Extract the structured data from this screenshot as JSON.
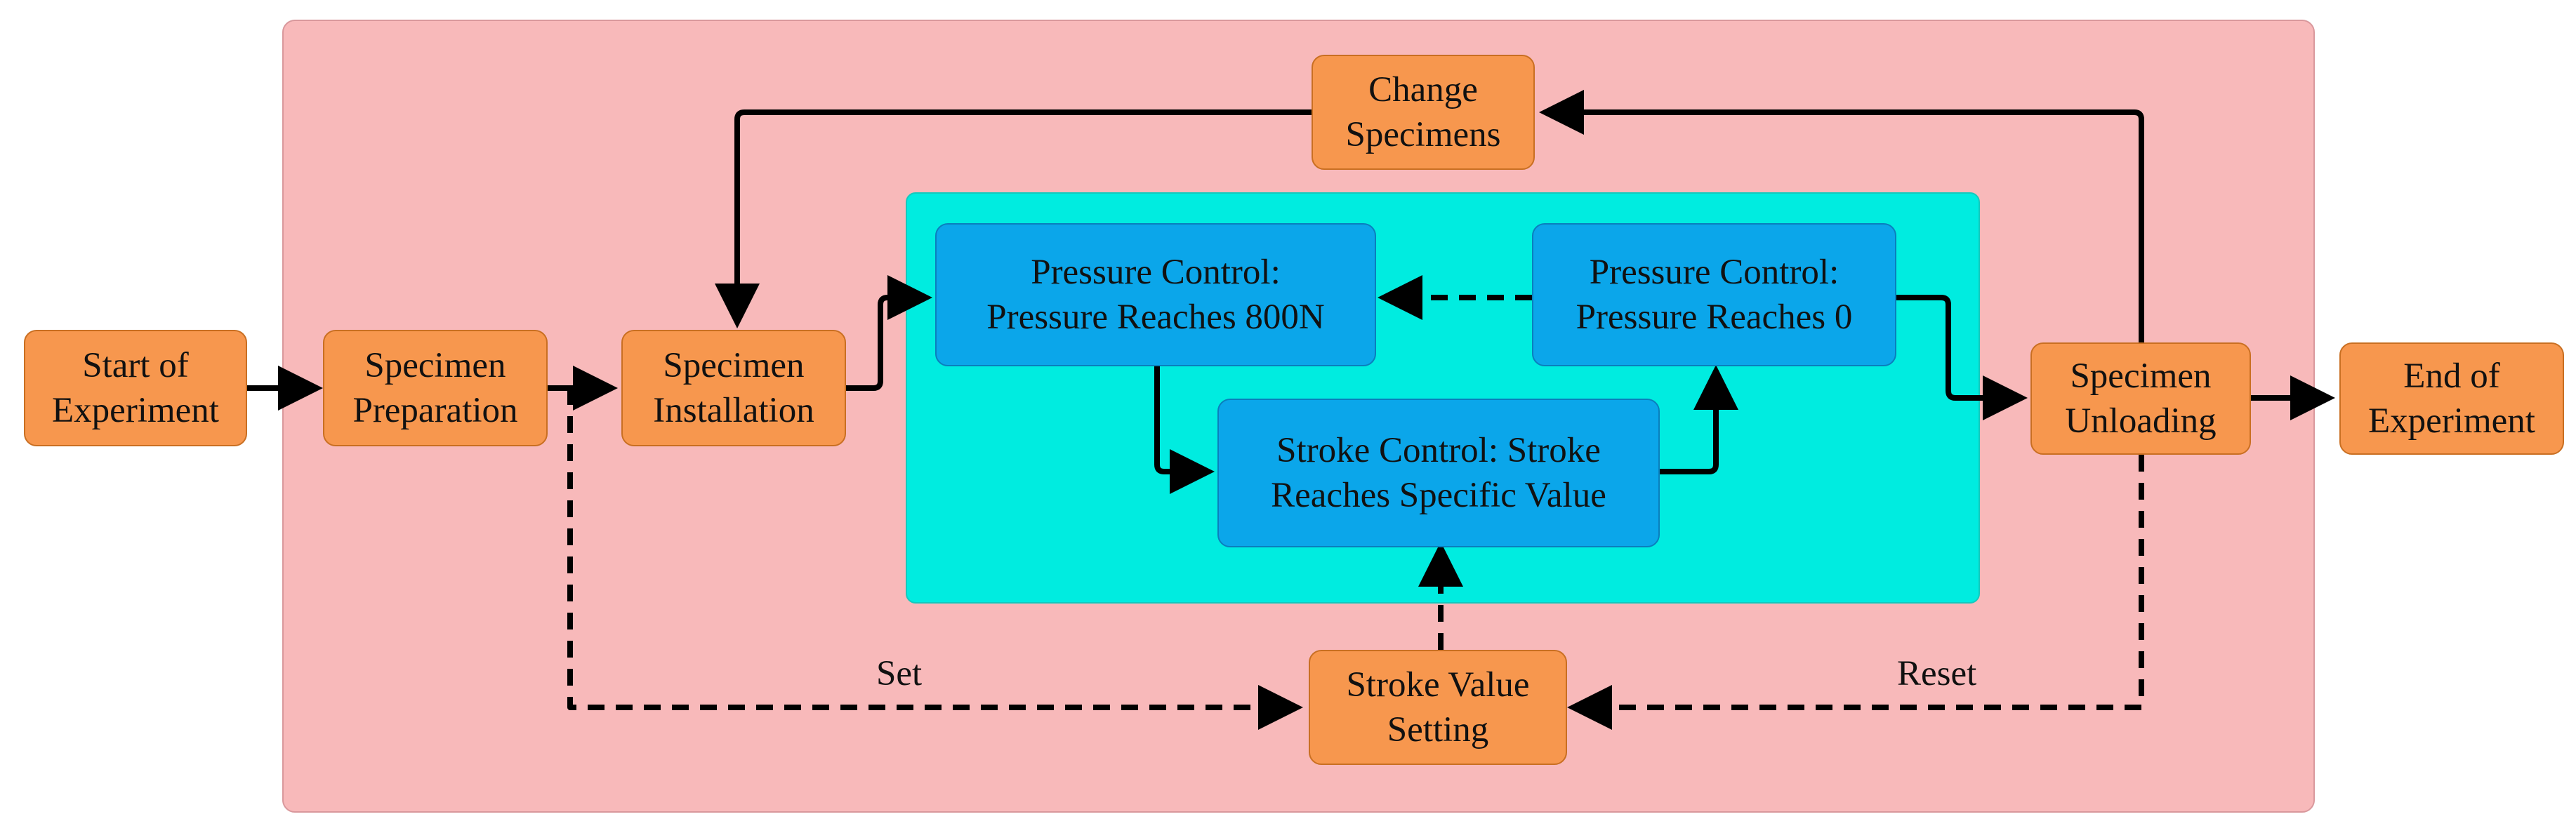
{
  "colors": {
    "outer_region": "#f8b9ba",
    "inner_region": "#00ece0",
    "process_node": "#f7974e",
    "control_node": "#0ba6ea",
    "arrow": "#000000"
  },
  "nodes": {
    "start": "Start of\nExperiment",
    "preparation": "Specimen\nPreparation",
    "installation": "Specimen\nInstallation",
    "change": "Change\nSpecimens",
    "pressure_800": "Pressure Control:\nPressure Reaches 800N",
    "pressure_0": "Pressure Control:\nPressure Reaches  0",
    "stroke_control": "Stroke Control: Stroke\nReaches Specific Value",
    "unloading": "Specimen\nUnloading",
    "end": "End of\nExperiment",
    "stroke_setting": "Stroke Value\nSetting"
  },
  "edge_labels": {
    "set": "Set",
    "reset": "Reset"
  },
  "edges": [
    {
      "from": "start",
      "to": "preparation",
      "style": "solid"
    },
    {
      "from": "preparation",
      "to": "installation",
      "style": "solid"
    },
    {
      "from": "installation",
      "to": "pressure_800",
      "style": "solid"
    },
    {
      "from": "pressure_800",
      "to": "stroke_control",
      "style": "solid"
    },
    {
      "from": "stroke_control",
      "to": "pressure_0",
      "style": "solid"
    },
    {
      "from": "pressure_0",
      "to": "pressure_800",
      "style": "dashed"
    },
    {
      "from": "pressure_0",
      "to": "unloading",
      "style": "solid"
    },
    {
      "from": "unloading",
      "to": "end",
      "style": "solid"
    },
    {
      "from": "unloading",
      "to": "change",
      "style": "solid"
    },
    {
      "from": "change",
      "to": "installation",
      "style": "solid"
    },
    {
      "from": "preparation",
      "to": "stroke_setting",
      "style": "dashed",
      "label": "Set"
    },
    {
      "from": "unloading",
      "to": "stroke_setting",
      "style": "dashed",
      "label": "Reset"
    },
    {
      "from": "stroke_setting",
      "to": "stroke_control",
      "style": "dashed"
    }
  ]
}
